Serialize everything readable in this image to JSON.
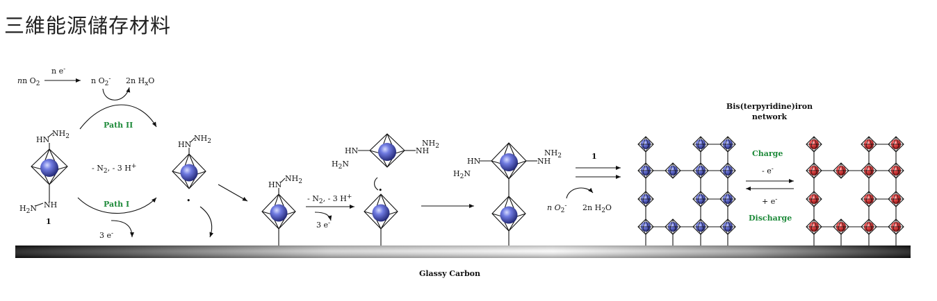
{
  "title": "三維能源儲存材料",
  "scheme": {
    "top_o2": "n O",
    "n_e": "n e",
    "superoxide": "n O",
    "water_top": "2n H",
    "water_top_tail": "O",
    "path_ii": "Path II",
    "path_i": "Path I",
    "minus_n2_h": "- N",
    "minus_n2_h_tail": ", - 3 H",
    "three_e": "3 e",
    "compound_label": "1",
    "hn": "HN",
    "nh2": "NH",
    "h2n": "H",
    "nh": "NH",
    "reagent_1": "1",
    "n_o2_minus": "n O",
    "water_bottom": "2n H",
    "water_bottom_tail": "O",
    "network_title_line1": "Bis(terpyridine)iron",
    "network_title_line2": "network",
    "charge": "Charge",
    "minus_e": "- e",
    "plus_e": "+ e",
    "discharge": "Discharge",
    "electrode": "Glassy Carbon",
    "radical_dot": "•"
  },
  "colors": {
    "blue_sphere": "#3b47b8",
    "red_sphere": "#d8262b",
    "green_label": "#1e8a3a",
    "electrode_dark": "#111111",
    "electrode_light": "#f4f4f4"
  }
}
